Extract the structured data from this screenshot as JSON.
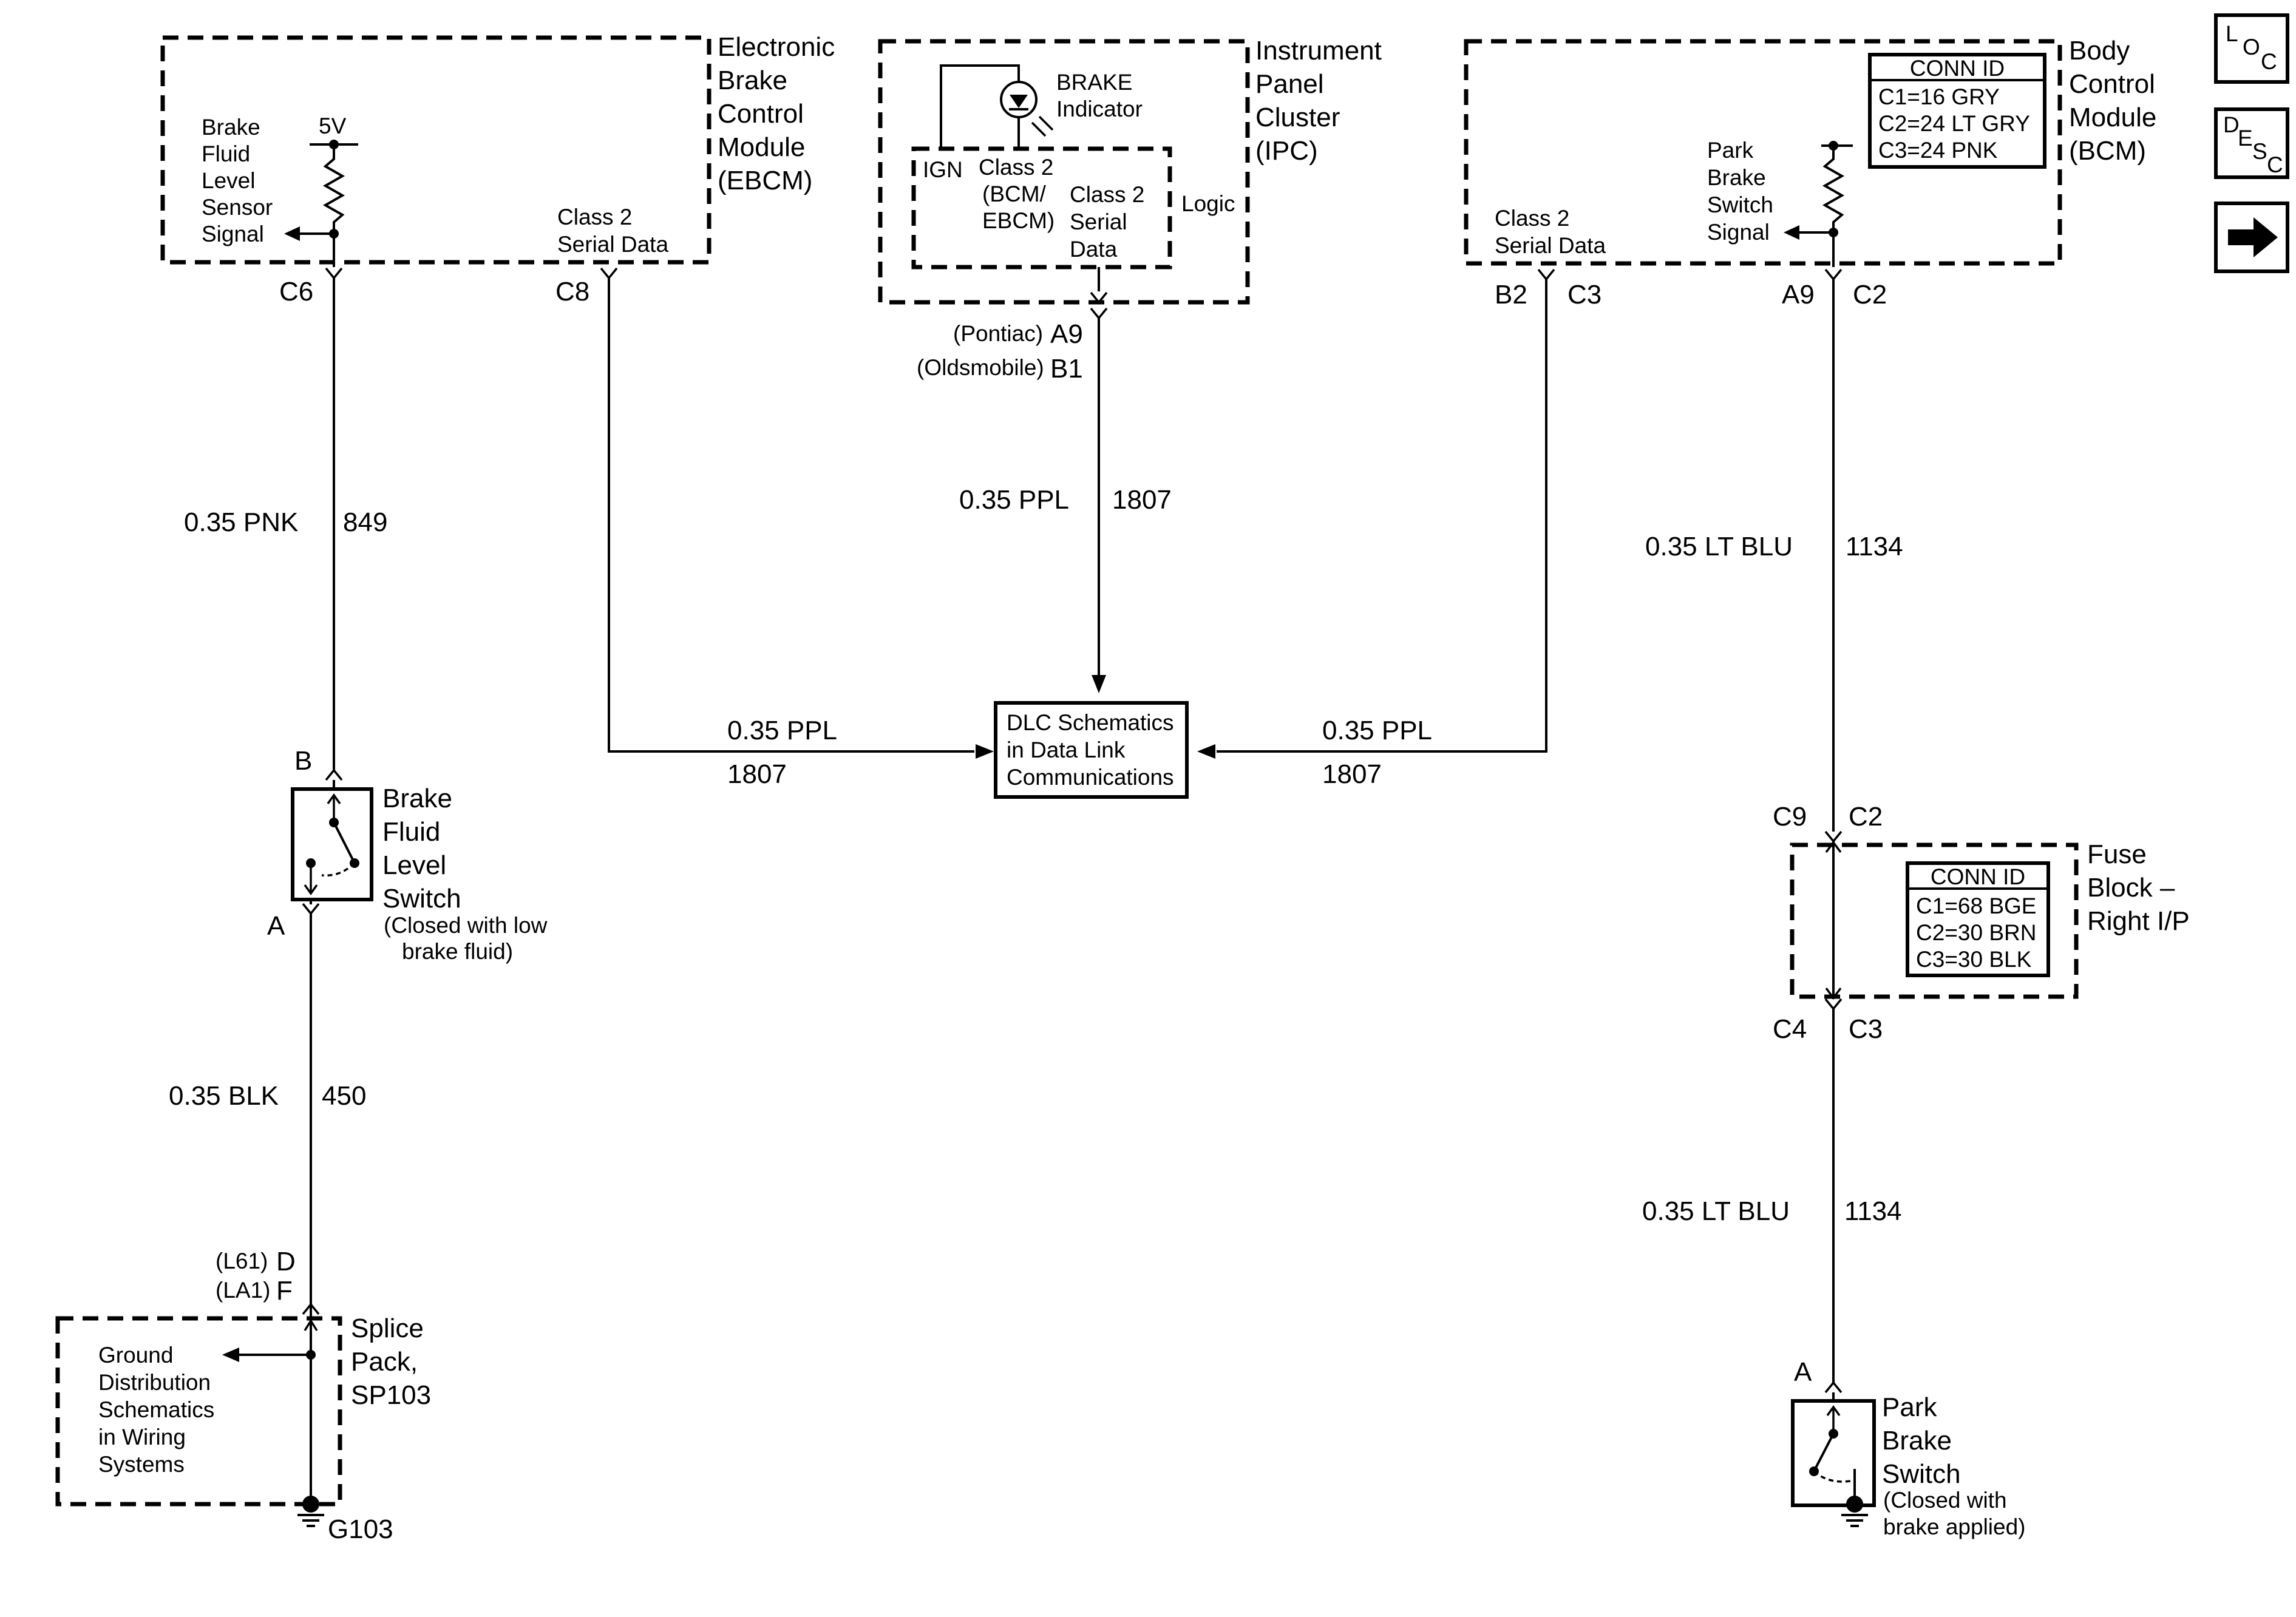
{
  "modules": {
    "ebcm": {
      "title": [
        "Electronic",
        "Brake",
        "Control",
        "Module",
        "(EBCM)"
      ]
    },
    "ipc": {
      "title": [
        "Instrument",
        "Panel",
        "Cluster",
        "(IPC)"
      ]
    },
    "bcm": {
      "title": [
        "Body",
        "Control",
        "Module",
        "(BCM)"
      ]
    },
    "fuse_block": {
      "title": [
        "Fuse",
        "Block –",
        "Right I/P"
      ]
    },
    "splice_pack": {
      "title": [
        "Splice",
        "Pack,",
        "SP103"
      ]
    }
  },
  "ebcm_internal": {
    "sensor_signal": [
      "Brake",
      "Fluid",
      "Level",
      "Sensor",
      "Signal"
    ],
    "voltage": "5V",
    "serial_data": [
      "Class 2",
      "Serial Data"
    ],
    "pin_sensor": "C6",
    "pin_serial": "C8"
  },
  "ipc_internal": {
    "indicator": [
      "BRAKE",
      "Indicator"
    ],
    "ign": "IGN",
    "class2_bcm": [
      "Class 2",
      "(BCM/",
      "EBCM)"
    ],
    "class2_serial": [
      "Class 2",
      "Serial",
      "Data"
    ],
    "logic": "Logic",
    "pin_pontiac_label": "(Pontiac)",
    "pin_pontiac": "A9",
    "pin_olds_label": "(Oldsmobile)",
    "pin_olds": "B1"
  },
  "bcm_internal": {
    "conn_id": {
      "header": "CONN ID",
      "rows": [
        "C1=16 GRY",
        "C2=24 LT GRY",
        "C3=24 PNK"
      ]
    },
    "switch_signal": [
      "Park",
      "Brake",
      "Switch",
      "Signal"
    ],
    "serial_data": [
      "Class 2",
      "Serial Data"
    ],
    "pin_serial": [
      "B2",
      "C3"
    ],
    "pin_switch": [
      "A9",
      "C2"
    ]
  },
  "fuse_internal": {
    "conn_id": {
      "header": "CONN ID",
      "rows": [
        "C1=68 BGE",
        "C2=30 BRN",
        "C3=30 BLK"
      ]
    },
    "pin_top": [
      "C9",
      "C2"
    ],
    "pin_bottom": [
      "C4",
      "C3"
    ]
  },
  "wires": {
    "pnk": {
      "gauge": "0.35 PNK",
      "circuit": "849"
    },
    "ppl_ipc": {
      "gauge": "0.35 PPL",
      "circuit": "1807"
    },
    "ppl_left": {
      "gauge": "0.35 PPL",
      "circuit": "1807"
    },
    "ppl_right": {
      "gauge": "0.35 PPL",
      "circuit": "1807"
    },
    "ltblu_top": {
      "gauge": "0.35 LT BLU",
      "circuit": "1134"
    },
    "ltblu_bottom": {
      "gauge": "0.35 LT BLU",
      "circuit": "1134"
    },
    "blk": {
      "gauge": "0.35 BLK",
      "circuit": "450"
    }
  },
  "dlc_box": [
    "DLC Schematics",
    "in Data Link",
    "Communications"
  ],
  "fluid_switch": {
    "title": [
      "Brake",
      "Fluid",
      "Level",
      "Switch"
    ],
    "note": [
      "(Closed with low",
      "brake fluid)"
    ],
    "pin_top": "B",
    "pin_bottom": "A"
  },
  "park_switch": {
    "title": [
      "Park",
      "Brake",
      "Switch"
    ],
    "note": [
      "(Closed with",
      "brake applied)"
    ],
    "pin_top": "A"
  },
  "splice": {
    "pin_l61_label": "(L61)",
    "pin_l61": "D",
    "pin_la1_label": "(LA1)",
    "pin_la1": "F",
    "ground_ref": [
      "Ground",
      "Distribution",
      "Schematics",
      "in Wiring",
      "Systems"
    ],
    "ground": "G103"
  },
  "nav": {
    "loc": [
      "L",
      "O",
      "C"
    ],
    "desc": [
      "D",
      "E",
      "S",
      "C"
    ]
  }
}
